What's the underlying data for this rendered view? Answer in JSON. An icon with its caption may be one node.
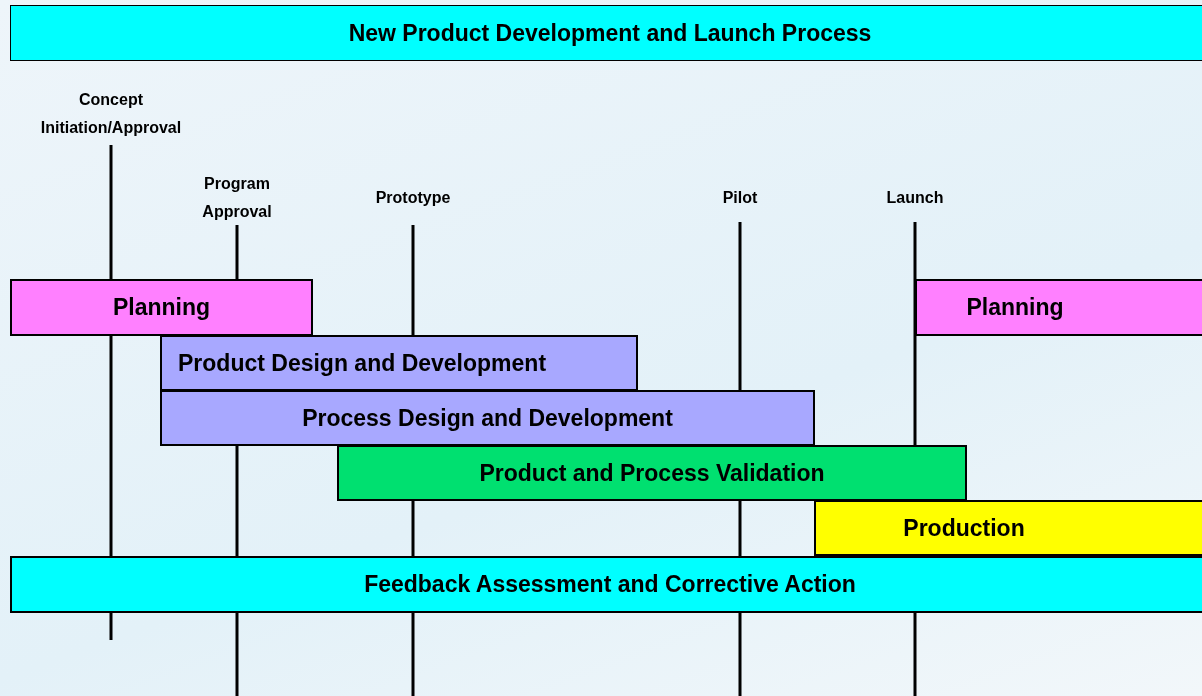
{
  "diagram": {
    "nodes": [
      {
        "text": [
          "New Product Development and Launch Process"
        ]
      },
      {
        "text": [
          "Planning"
        ]
      },
      {
        "text": [
          "Product Design and Development"
        ]
      },
      {
        "text": [
          "Process Design and Development"
        ]
      },
      {
        "text": [
          "Product and Process Validation"
        ]
      },
      {
        "text": [
          "Production"
        ]
      },
      {
        "text": [
          "Planning"
        ]
      },
      {
        "text": [
          "Feedback Assessment and Corrective Action"
        ]
      }
    ],
    "edges": [],
    "labels": [
      "Concept Initiation/Approval",
      "Program Approval",
      "Prototype",
      "Pilot",
      "Launch"
    ]
  }
}
